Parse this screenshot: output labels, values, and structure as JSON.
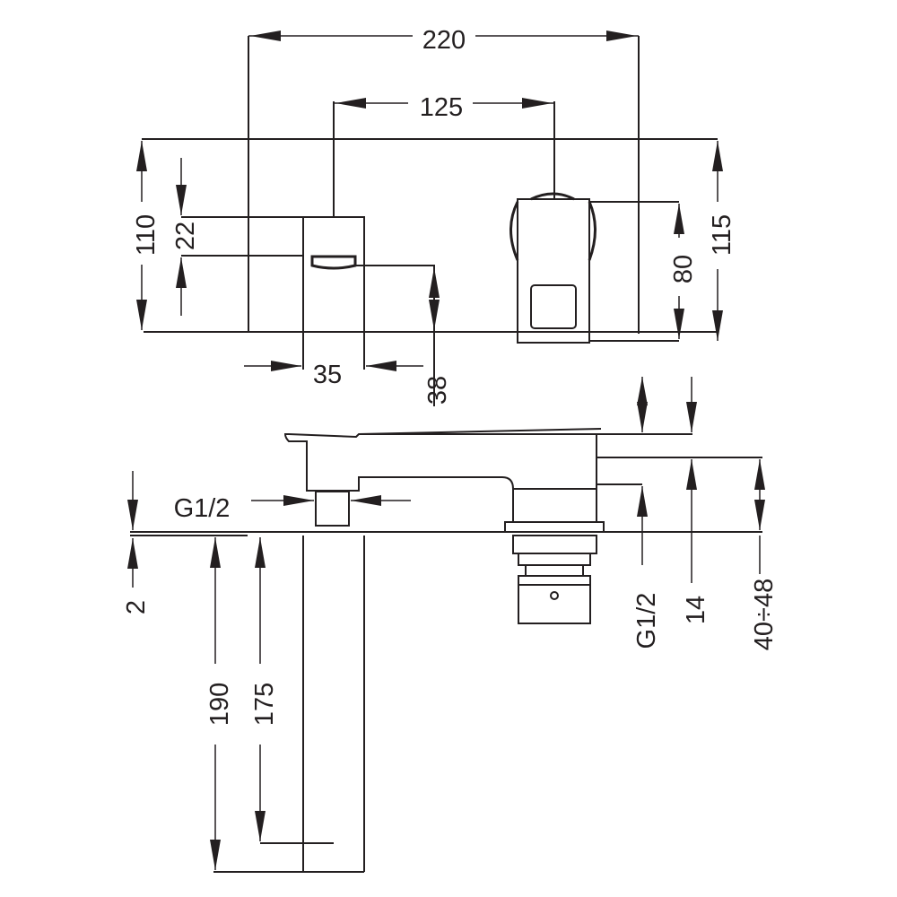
{
  "top_view": {
    "dims": {
      "total_width": "220",
      "spout_to_handle": "125",
      "plate_height": "110",
      "spout_depth": "22",
      "spout_width": "35",
      "spout_outlet": "38",
      "handle_height": "80",
      "overall_height": "115"
    }
  },
  "side_view": {
    "dims": {
      "thread_spout": "G1/2",
      "wall_thickness": "2",
      "spout_length": "190",
      "spout_inner": "175",
      "thread_body": "G1/2",
      "body_offset": "14",
      "body_range": "40÷48"
    }
  }
}
